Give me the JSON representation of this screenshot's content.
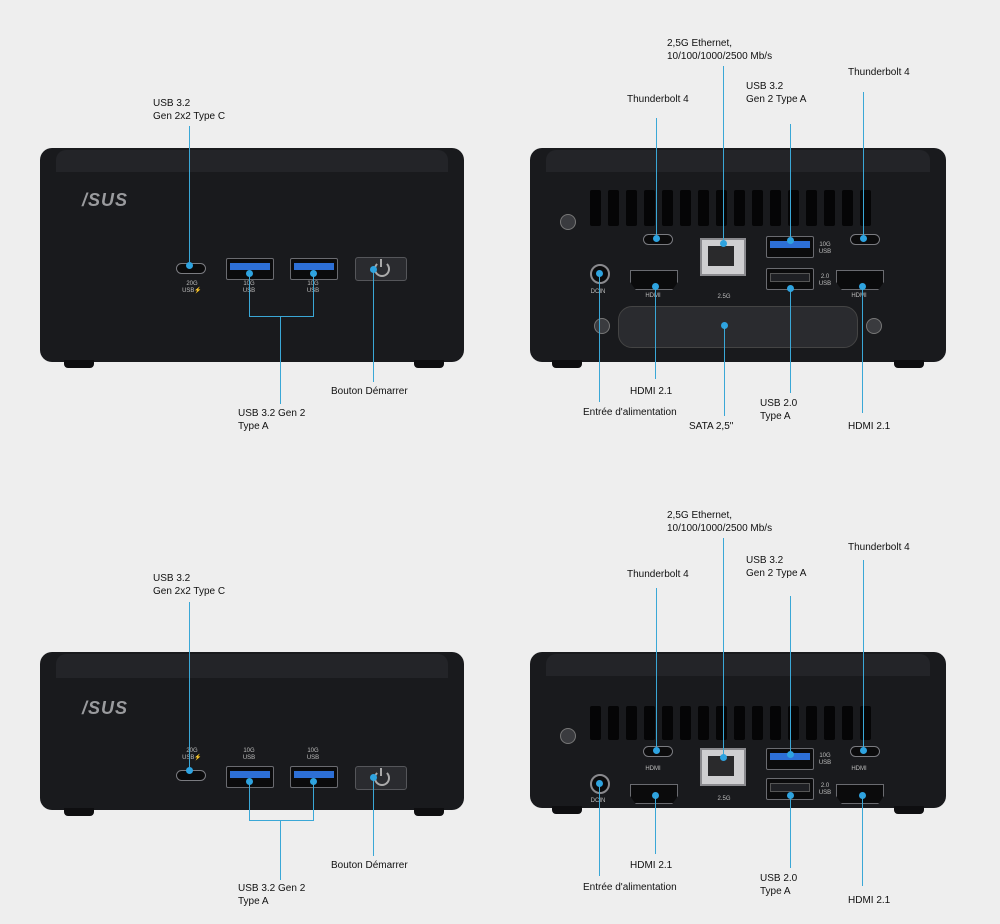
{
  "brand": "/SUS",
  "front_labels": {
    "usb_c": "USB 3.2\nGen 2x2 Type C",
    "usb_a": "USB 3.2 Gen 2\nType A",
    "power": "Bouton Démarrer"
  },
  "front_port_marks": {
    "usb_c": "20G\nUSB⚡",
    "usb_a_1": "10G\nUSB",
    "usb_a_2": "10G\nUSB"
  },
  "rear_labels": {
    "ethernet": "2,5G Ethernet,\n10/100/1000/2500 Mb/s",
    "tb4_left": "Thunderbolt 4",
    "usb32_typea": "USB 3.2\nGen 2 Type A",
    "tb4_right": "Thunderbolt 4",
    "hdmi_left": "HDMI 2.1",
    "power_in": "Entrée d'alimentation",
    "sata": "SATA 2,5\"",
    "usb20": "USB 2.0\nType A",
    "hdmi_right": "HDMI 2.1"
  },
  "rear_port_marks": {
    "hdmi": "HDMI",
    "lan": "2.5G",
    "usb_10g": "10G\nUSB",
    "usb_20": "2.0\nUSB",
    "dcin": "DCIN"
  },
  "colors": {
    "accent": "#2ea3e0",
    "device": "#191a1d",
    "background": "#eeeeee"
  }
}
